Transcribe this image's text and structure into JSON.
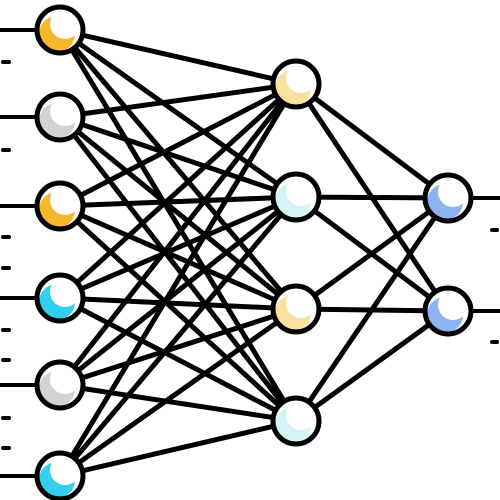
{
  "diagram": {
    "type": "neural-network",
    "layers": [
      {
        "name": "input-layer",
        "nodes": [
          {
            "color": "#F8B62B"
          },
          {
            "color": "#D3D3D3"
          },
          {
            "color": "#F8B62B"
          },
          {
            "color": "#33CFF0"
          },
          {
            "color": "#D3D3D3"
          },
          {
            "color": "#33CFF0"
          }
        ]
      },
      {
        "name": "hidden-layer",
        "nodes": [
          {
            "color": "#FAE1A0"
          },
          {
            "color": "#D6F3FA"
          },
          {
            "color": "#FAE1A0"
          },
          {
            "color": "#D6F3FA"
          }
        ]
      },
      {
        "name": "output-layer",
        "nodes": [
          {
            "color": "#8CB4F0"
          },
          {
            "color": "#8CB4F0"
          }
        ]
      }
    ],
    "connections": "fully-connected",
    "stroke_color": "#000000",
    "node_fill_color": "#FFFFFF"
  }
}
